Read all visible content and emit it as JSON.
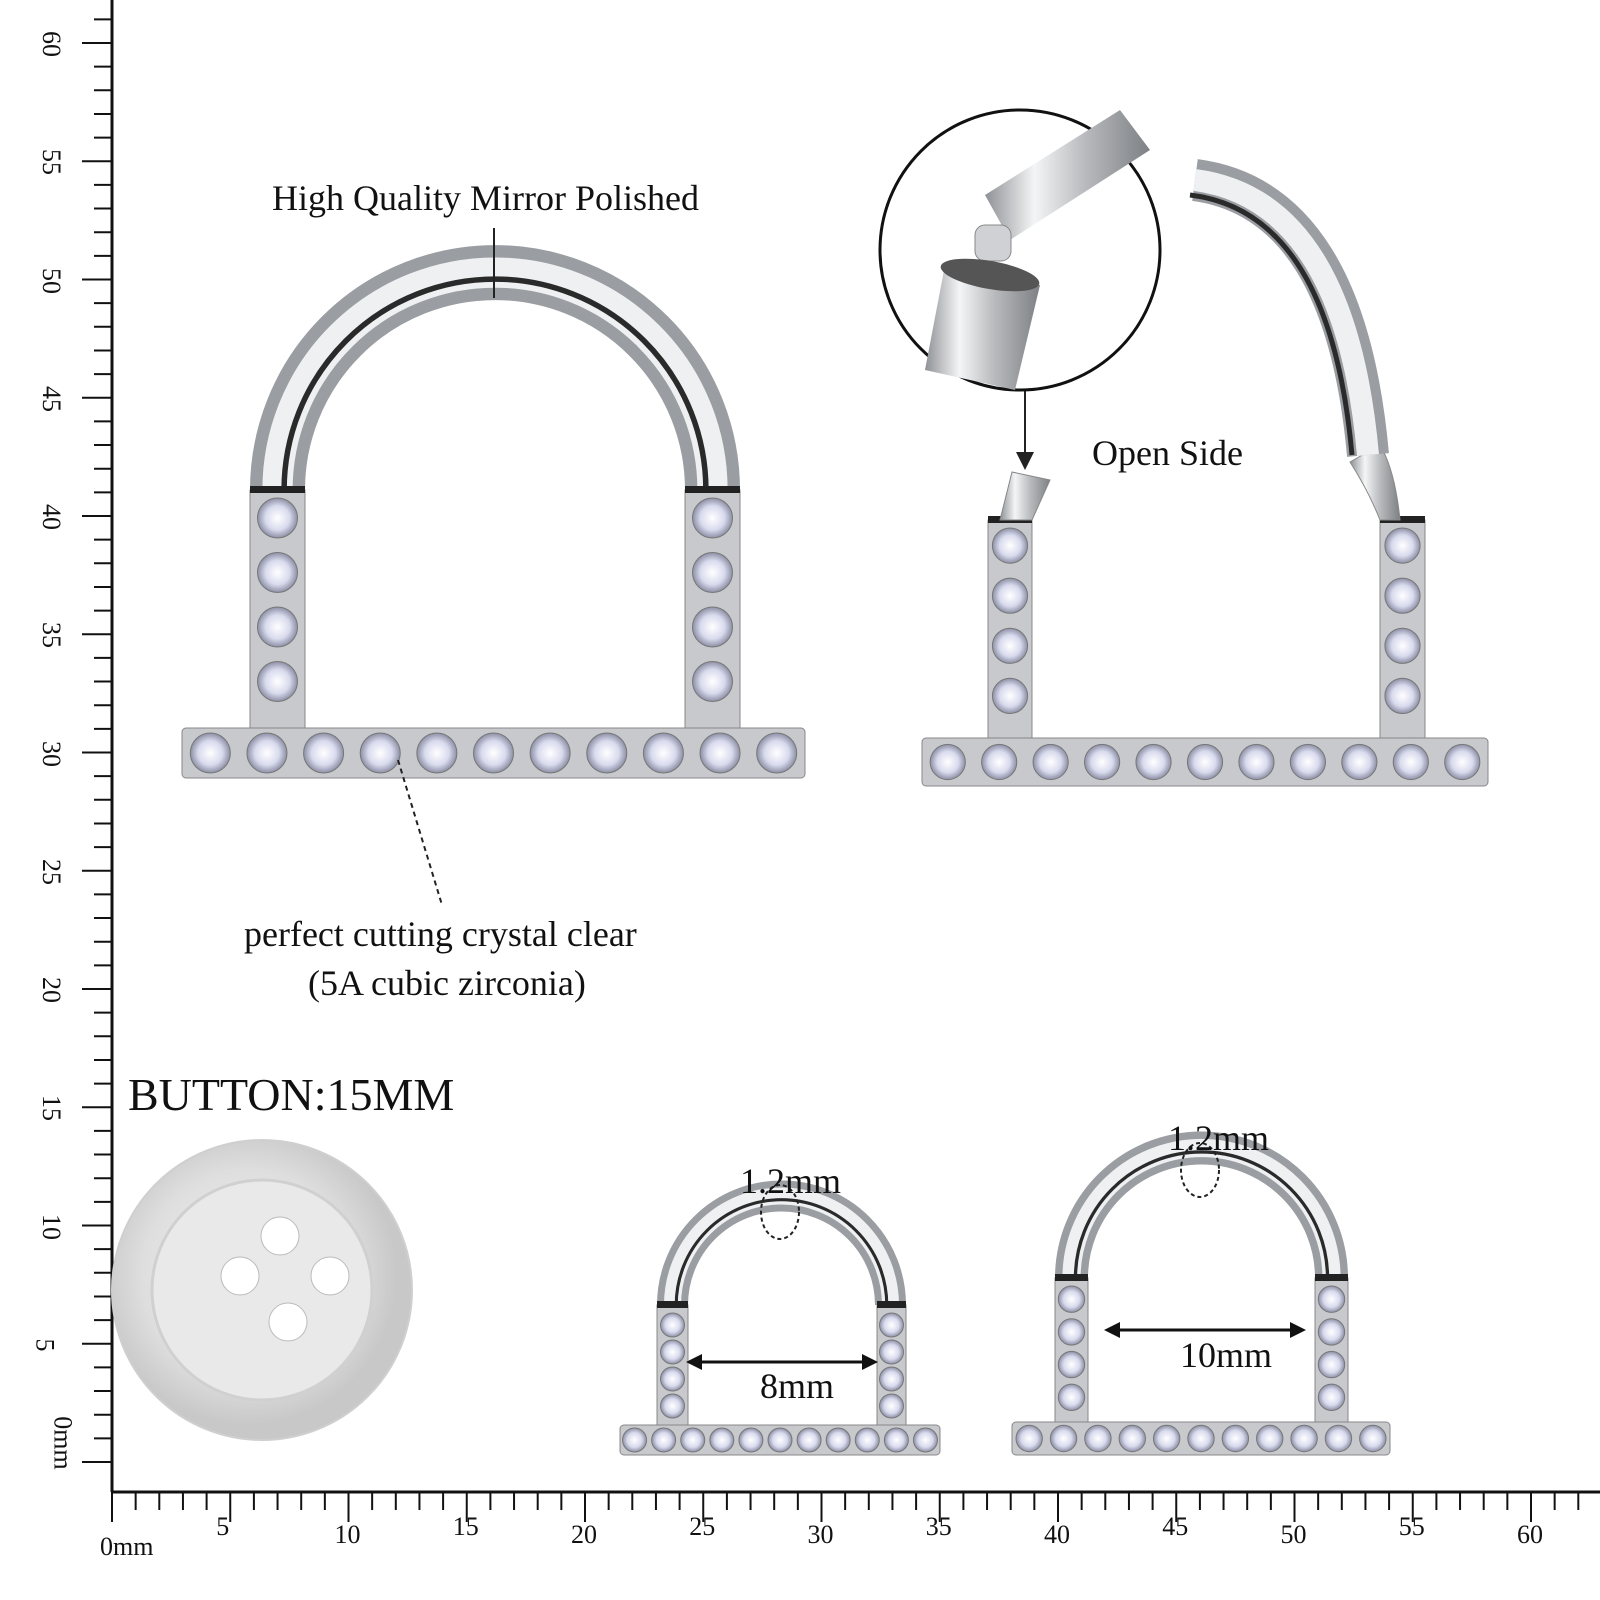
{
  "annotations": {
    "polish": "High Quality Mirror Polished",
    "crystal_line1": "perfect cutting crystal clear",
    "crystal_line2": "(5A cubic zirconia)",
    "open_side": "Open Side"
  },
  "button": {
    "label": "BUTTON:15MM"
  },
  "small_ring": {
    "wire": "1.2mm",
    "inner_width": "8mm"
  },
  "large_ring": {
    "wire": "1.2mm",
    "inner_width": "10mm"
  },
  "ruler": {
    "unit_zero": "0mm",
    "vertical_zero": "0mm",
    "labels": [
      "5",
      "10",
      "15",
      "20",
      "25",
      "30",
      "35",
      "40",
      "45",
      "50",
      "55",
      "60"
    ]
  },
  "colors": {
    "metal": "#c9cbce",
    "metal_dark": "#2a2a2a",
    "gem": "#e6e8f4"
  }
}
